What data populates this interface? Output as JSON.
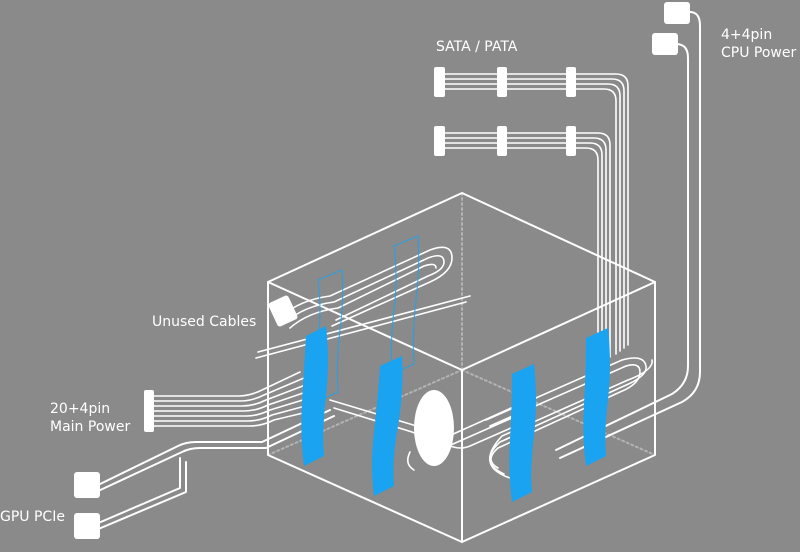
{
  "labels": {
    "sata_pata": "SATA / PATA",
    "cpu_power": [
      "4+4pin",
      "CPU Power"
    ],
    "unused_cables": "Unused Cables",
    "main_power": [
      "20+4pin",
      "Main Power"
    ],
    "gpu_pcie": "GPU PCIe"
  },
  "colors": {
    "background": "#8a8a8a",
    "line": "#ffffff",
    "strap": "#1aa3f0"
  }
}
